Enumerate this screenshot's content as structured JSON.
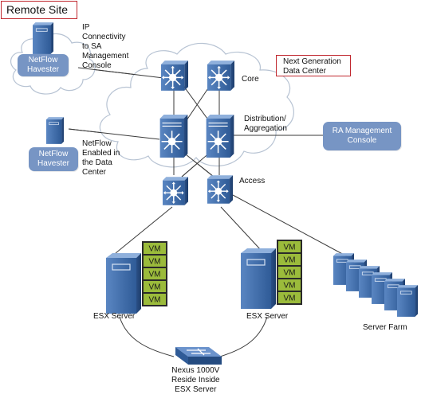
{
  "labels": {
    "remote_site": "Remote Site",
    "ip_connectivity": "IP\nConnectivity\nto SA\nManagement\nConsole",
    "next_gen": "Next Generation\nData Center",
    "core": "Core",
    "distribution": "Distribution/\nAggregation",
    "access": "Access",
    "netflow_enabled": "NetFlow\nEnabled in\nthe Data\nCenter",
    "esx_server_left": "ESX Server",
    "esx_server_right": "ESX Server",
    "server_farm": "Server Farm",
    "nexus": "Nexus 1000V\nReside Inside\nESX Server",
    "netflow_harvester_1": "NetFlow\nHavester",
    "netflow_harvester_2": "NetFlow\nHavester",
    "ra_console": "RA Management\nConsole",
    "vm": "VM"
  },
  "colors": {
    "device_blue": "#3d6aa8",
    "cloud_stroke": "#b7c3d3",
    "pill_blue": "#7795c4",
    "vm_green": "#9bbb3b",
    "accent_red": "#c0282f"
  }
}
